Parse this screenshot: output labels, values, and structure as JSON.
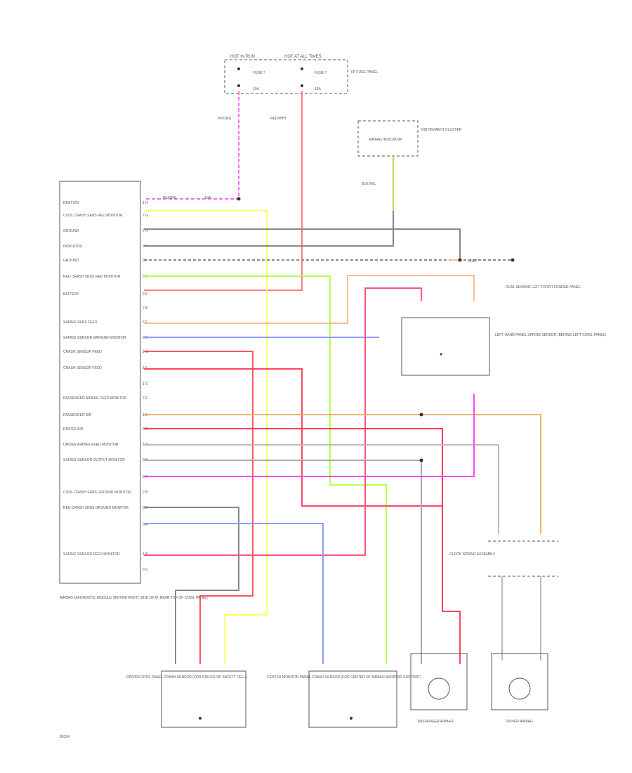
{
  "module": {
    "pins": [
      {
        "label": "IGNITION",
        "pin": "1 H"
      },
      {
        "label": "COOL CRASH SENS RED MONITOR",
        "pin": "7 G"
      },
      {
        "label": "GROUND",
        "pin": "7 H"
      },
      {
        "label": "INDICATOR",
        "pin": "7 F"
      },
      {
        "label": "GROUND",
        "pin": "2 F"
      },
      {
        "label": "RED CRASH SENS RED MONITOR",
        "pin": "3 A"
      },
      {
        "label": "BATTERY",
        "pin": "2 E"
      },
      {
        "label": "",
        "pin": "7 B"
      },
      {
        "label": "SAFING SENS FEED",
        "pin": "7 E"
      },
      {
        "label": "SAFING SENSOR GROUND MONITOR",
        "pin": "2 D"
      },
      {
        "label": "CRASH SENSOR FEED",
        "pin": "1 G"
      },
      {
        "label": "CRASH SENSOR FEED",
        "pin": "1 F"
      },
      {
        "label": "",
        "pin": "1 C"
      },
      {
        "label": "PASSENGER AIRBAG FEED MONITOR",
        "pin": "7 E"
      },
      {
        "label": "PASSENGER AIR",
        "pin": "1 D"
      },
      {
        "label": "DRIVER AIR",
        "pin": "7 D"
      },
      {
        "label": "DRIVER AIRBAG FEED MONITOR",
        "pin": "1 A"
      },
      {
        "label": "SAFING SENSOR OUTPUT MONITOR",
        "pin": "2 B"
      },
      {
        "label": "",
        "pin": "2 A"
      },
      {
        "label": "COOL CRASH SENS GROUND MONITOR",
        "pin": "2 B"
      },
      {
        "label": "RED CRASH SENS GROUND MONITOR",
        "pin": "3 B"
      },
      {
        "label": "",
        "pin": "3 A"
      },
      {
        "label": "SAFING SENSOR FEED MONITOR",
        "pin": "1 B"
      },
      {
        "label": "",
        "pin": "3 C"
      }
    ],
    "caption": "AIRBAG DIAGNOSTIC MODULE (BEHIND RIGHT SIDE OF IP, NEAR TOP OF COWL PANEL)"
  },
  "fuse_panel": {
    "hot_in_run": "HOT IN RUN",
    "hot_at_all_times": "HOT AT ALL TIMES",
    "fuse_left": "FUSE 7",
    "amp_left": "10A",
    "fuse_right": "FUSE 7",
    "amp_right": "15A",
    "label": "I/P FUSE PANEL"
  },
  "cluster": {
    "box": "AIRBAG INDICATOR",
    "label": "INSTRUMENT CLUSTER"
  },
  "wires": {
    "ignition": "PK/ORG",
    "battery": "RED/WHT",
    "indicator": "BLK/YEL",
    "circuit_num": "N/A"
  },
  "safing": {
    "label": "DUAL SENSOR LEFT FRONT FENDER PANEL",
    "box_label": "LEFT HAND PANEL SAFING SENSOR (BEHIND LEFT COWL PANEL)"
  },
  "spliceG": "G107",
  "clockspring": "CLOCK SPRING ASSEMBLY",
  "bottom": {
    "left_sensor": "DRIVER COOL PANEL CRASH SENSOR (FOR DRIVER OF SAFETY CELL)",
    "center_sensor": "CENTER MONITOR PANEL CRASH SENSOR (FOR CENTER OF AIRBAG MONITOR SUPPORT)",
    "passenger_airbag": "PASSENGER AIRBAG",
    "driver_airbag": "DRIVER AIRBAG",
    "code": "82034"
  }
}
